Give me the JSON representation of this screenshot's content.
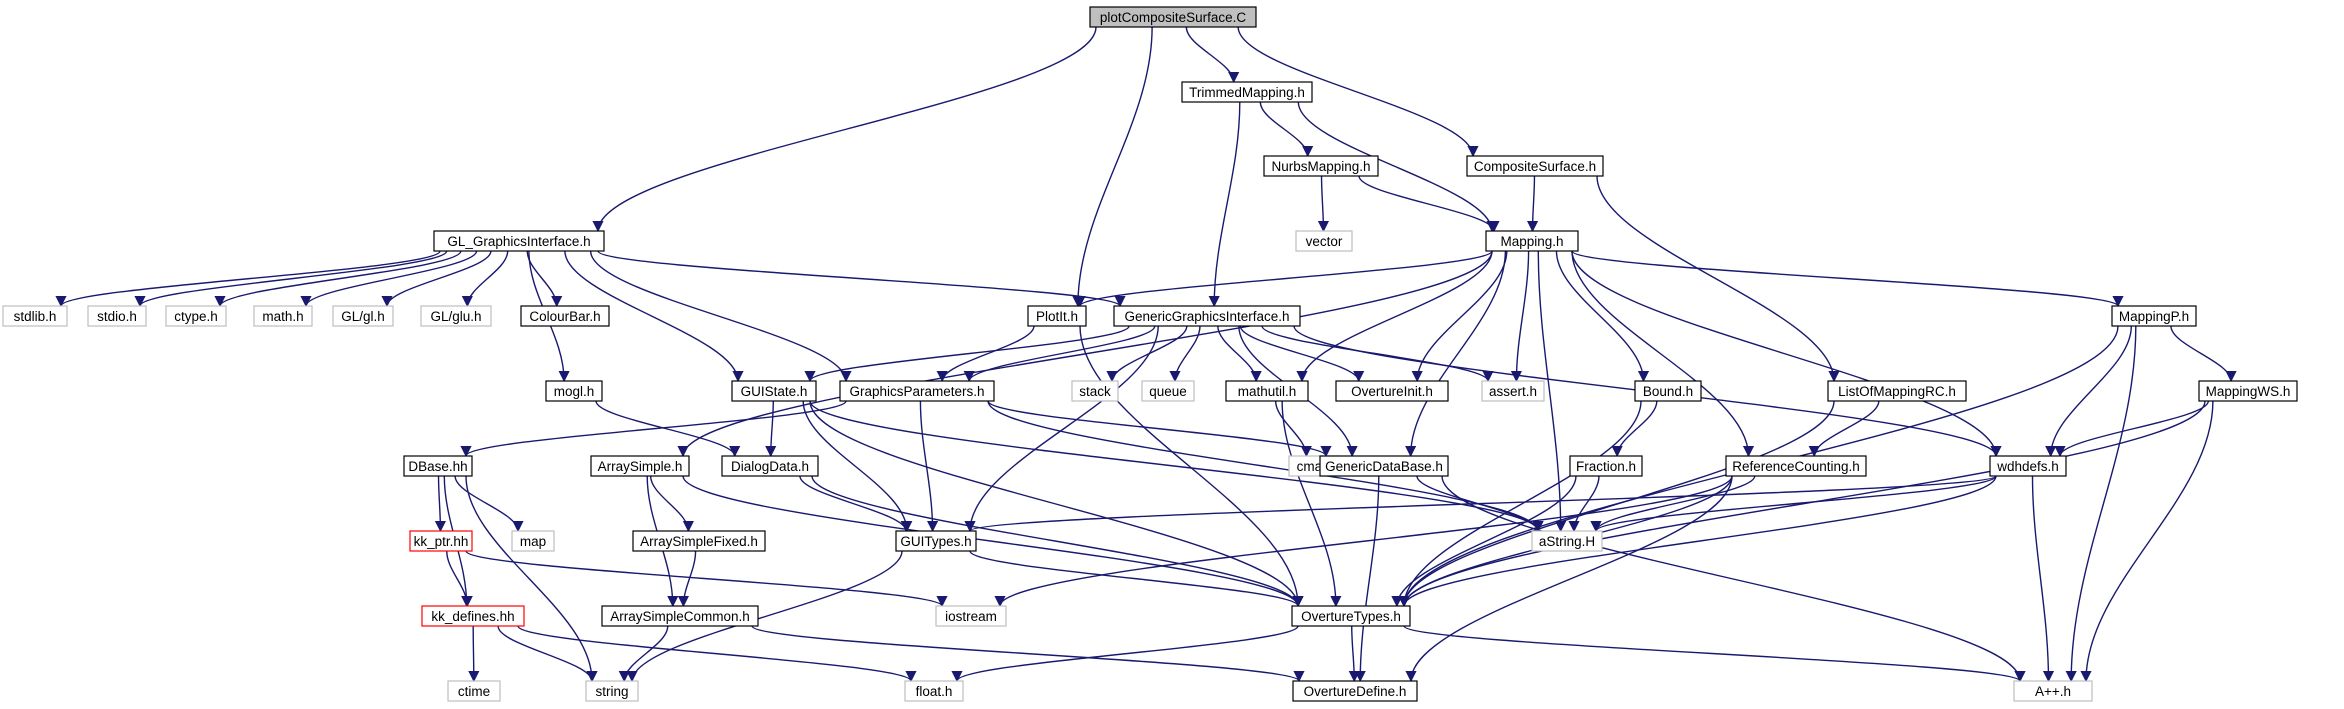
{
  "colors": {
    "edge": "#191970",
    "root_fill": "#bfbfbf",
    "normal_border": "#000000",
    "external_border": "#bfbfbf",
    "red_border": "#ff0000"
  },
  "nodes": {
    "plotCompositeSurface_C": {
      "label": "plotCompositeSurface.C",
      "kind": "root"
    },
    "TrimmedMapping_h": {
      "label": "TrimmedMapping.h",
      "kind": "normal"
    },
    "NurbsMapping_h": {
      "label": "NurbsMapping.h",
      "kind": "normal"
    },
    "CompositeSurface_h": {
      "label": "CompositeSurface.h",
      "kind": "normal"
    },
    "vector": {
      "label": "vector",
      "kind": "external"
    },
    "GL_GraphicsInterface_h": {
      "label": "GL_GraphicsInterface.h",
      "kind": "normal"
    },
    "Mapping_h": {
      "label": "Mapping.h",
      "kind": "normal"
    },
    "stdlib_h": {
      "label": "stdlib.h",
      "kind": "external"
    },
    "stdio_h": {
      "label": "stdio.h",
      "kind": "external"
    },
    "ctype_h": {
      "label": "ctype.h",
      "kind": "external"
    },
    "math_h": {
      "label": "math.h",
      "kind": "external"
    },
    "GL_gl_h": {
      "label": "GL/gl.h",
      "kind": "external"
    },
    "GL_glu_h": {
      "label": "GL/glu.h",
      "kind": "external"
    },
    "ColourBar_h": {
      "label": "ColourBar.h",
      "kind": "normal"
    },
    "PlotIt_h": {
      "label": "PlotIt.h",
      "kind": "normal"
    },
    "GenericGraphicsInterface_h": {
      "label": "GenericGraphicsInterface.h",
      "kind": "normal"
    },
    "MappingP_h": {
      "label": "MappingP.h",
      "kind": "normal"
    },
    "mogl_h": {
      "label": "mogl.h",
      "kind": "normal"
    },
    "GUIState_h": {
      "label": "GUIState.h",
      "kind": "normal"
    },
    "GraphicsParameters_h": {
      "label": "GraphicsParameters.h",
      "kind": "normal"
    },
    "stack": {
      "label": "stack",
      "kind": "external"
    },
    "queue": {
      "label": "queue",
      "kind": "external"
    },
    "mathutil_h": {
      "label": "mathutil.h",
      "kind": "normal"
    },
    "OvertureInit_h": {
      "label": "OvertureInit.h",
      "kind": "normal"
    },
    "assert_h": {
      "label": "assert.h",
      "kind": "external"
    },
    "Bound_h": {
      "label": "Bound.h",
      "kind": "normal"
    },
    "ListOfMappingRC_h": {
      "label": "ListOfMappingRC.h",
      "kind": "normal"
    },
    "MappingWS_h": {
      "label": "MappingWS.h",
      "kind": "normal"
    },
    "DBase_hh": {
      "label": "DBase.hh",
      "kind": "normal"
    },
    "ArraySimple_h": {
      "label": "ArraySimple.h",
      "kind": "normal"
    },
    "DialogData_h": {
      "label": "DialogData.h",
      "kind": "normal"
    },
    "cmath": {
      "label": "cmath",
      "kind": "external"
    },
    "GenericDataBase_h": {
      "label": "GenericDataBase.h",
      "kind": "normal"
    },
    "Fraction_h": {
      "label": "Fraction.h",
      "kind": "normal"
    },
    "ReferenceCounting_h": {
      "label": "ReferenceCounting.h",
      "kind": "normal"
    },
    "wdhdefs_h": {
      "label": "wdhdefs.h",
      "kind": "normal"
    },
    "kk_ptr_hh": {
      "label": "kk_ptr.hh",
      "kind": "red"
    },
    "map": {
      "label": "map",
      "kind": "external"
    },
    "ArraySimpleFixed_h": {
      "label": "ArraySimpleFixed.h",
      "kind": "normal"
    },
    "GUITypes_h": {
      "label": "GUITypes.h",
      "kind": "normal"
    },
    "aString_H": {
      "label": "aString.H",
      "kind": "external"
    },
    "kk_defines_hh": {
      "label": "kk_defines.hh",
      "kind": "red"
    },
    "ArraySimpleCommon_h": {
      "label": "ArraySimpleCommon.h",
      "kind": "normal"
    },
    "iostream": {
      "label": "iostream",
      "kind": "external"
    },
    "OvertureTypes_h": {
      "label": "OvertureTypes.h",
      "kind": "normal"
    },
    "ctime": {
      "label": "ctime",
      "kind": "external"
    },
    "string": {
      "label": "string",
      "kind": "external"
    },
    "float_h": {
      "label": "float.h",
      "kind": "external"
    },
    "OvertureDefine_h": {
      "label": "OvertureDefine.h",
      "kind": "normal"
    },
    "App_h": {
      "label": "A++.h",
      "kind": "external"
    }
  },
  "edges": [
    [
      "plotCompositeSurface_C",
      "GL_GraphicsInterface_h"
    ],
    [
      "plotCompositeSurface_C",
      "TrimmedMapping_h"
    ],
    [
      "plotCompositeSurface_C",
      "CompositeSurface_h"
    ],
    [
      "plotCompositeSurface_C",
      "PlotIt_h"
    ],
    [
      "TrimmedMapping_h",
      "NurbsMapping_h"
    ],
    [
      "TrimmedMapping_h",
      "Mapping_h"
    ],
    [
      "TrimmedMapping_h",
      "GenericGraphicsInterface_h"
    ],
    [
      "NurbsMapping_h",
      "vector"
    ],
    [
      "NurbsMapping_h",
      "Mapping_h"
    ],
    [
      "CompositeSurface_h",
      "Mapping_h"
    ],
    [
      "CompositeSurface_h",
      "ListOfMappingRC_h"
    ],
    [
      "GL_GraphicsInterface_h",
      "stdlib_h"
    ],
    [
      "GL_GraphicsInterface_h",
      "stdio_h"
    ],
    [
      "GL_GraphicsInterface_h",
      "ctype_h"
    ],
    [
      "GL_GraphicsInterface_h",
      "math_h"
    ],
    [
      "GL_GraphicsInterface_h",
      "GL_gl_h"
    ],
    [
      "GL_GraphicsInterface_h",
      "GL_glu_h"
    ],
    [
      "GL_GraphicsInterface_h",
      "ColourBar_h"
    ],
    [
      "GL_GraphicsInterface_h",
      "mogl_h"
    ],
    [
      "GL_GraphicsInterface_h",
      "GUIState_h"
    ],
    [
      "GL_GraphicsInterface_h",
      "GraphicsParameters_h"
    ],
    [
      "GL_GraphicsInterface_h",
      "GenericGraphicsInterface_h"
    ],
    [
      "Mapping_h",
      "PlotIt_h"
    ],
    [
      "Mapping_h",
      "MappingP_h"
    ],
    [
      "Mapping_h",
      "ArraySimple_h"
    ],
    [
      "Mapping_h",
      "mathutil_h"
    ],
    [
      "Mapping_h",
      "OvertureInit_h"
    ],
    [
      "Mapping_h",
      "assert_h"
    ],
    [
      "Mapping_h",
      "Bound_h"
    ],
    [
      "Mapping_h",
      "GenericDataBase_h"
    ],
    [
      "Mapping_h",
      "ReferenceCounting_h"
    ],
    [
      "Mapping_h",
      "wdhdefs_h"
    ],
    [
      "Mapping_h",
      "aString_H"
    ],
    [
      "PlotIt_h",
      "GraphicsParameters_h"
    ],
    [
      "PlotIt_h",
      "OvertureTypes_h"
    ],
    [
      "GenericGraphicsInterface_h",
      "GUIState_h"
    ],
    [
      "GenericGraphicsInterface_h",
      "GraphicsParameters_h"
    ],
    [
      "GenericGraphicsInterface_h",
      "GUITypes_h"
    ],
    [
      "GenericGraphicsInterface_h",
      "stack"
    ],
    [
      "GenericGraphicsInterface_h",
      "queue"
    ],
    [
      "GenericGraphicsInterface_h",
      "mathutil_h"
    ],
    [
      "GenericGraphicsInterface_h",
      "OvertureInit_h"
    ],
    [
      "GenericGraphicsInterface_h",
      "assert_h"
    ],
    [
      "GenericGraphicsInterface_h",
      "GenericDataBase_h"
    ],
    [
      "GenericGraphicsInterface_h",
      "wdhdefs_h"
    ],
    [
      "MappingP_h",
      "MappingWS_h"
    ],
    [
      "MappingP_h",
      "wdhdefs_h"
    ],
    [
      "MappingP_h",
      "OvertureTypes_h"
    ],
    [
      "MappingP_h",
      "App_h"
    ],
    [
      "mogl_h",
      "DialogData_h"
    ],
    [
      "GUIState_h",
      "DialogData_h"
    ],
    [
      "GUIState_h",
      "GUITypes_h"
    ],
    [
      "GUIState_h",
      "aString_H"
    ],
    [
      "GUIState_h",
      "OvertureTypes_h"
    ],
    [
      "GraphicsParameters_h",
      "DBase_hh"
    ],
    [
      "GraphicsParameters_h",
      "GUITypes_h"
    ],
    [
      "GraphicsParameters_h",
      "GenericDataBase_h"
    ],
    [
      "GraphicsParameters_h",
      "aString_H"
    ],
    [
      "mathutil_h",
      "cmath"
    ],
    [
      "mathutil_h",
      "OvertureTypes_h"
    ],
    [
      "Bound_h",
      "Fraction_h"
    ],
    [
      "Bound_h",
      "OvertureTypes_h"
    ],
    [
      "ListOfMappingRC_h",
      "ReferenceCounting_h"
    ],
    [
      "ListOfMappingRC_h",
      "OvertureTypes_h"
    ],
    [
      "MappingWS_h",
      "wdhdefs_h"
    ],
    [
      "MappingWS_h",
      "OvertureTypes_h"
    ],
    [
      "MappingWS_h",
      "App_h"
    ],
    [
      "DBase_hh",
      "kk_ptr_hh"
    ],
    [
      "DBase_hh",
      "map"
    ],
    [
      "DBase_hh",
      "kk_defines_hh"
    ],
    [
      "DBase_hh",
      "string"
    ],
    [
      "ArraySimple_h",
      "ArraySimpleFixed_h"
    ],
    [
      "ArraySimple_h",
      "ArraySimpleCommon_h"
    ],
    [
      "ArraySimple_h",
      "OvertureTypes_h"
    ],
    [
      "DialogData_h",
      "GUITypes_h"
    ],
    [
      "DialogData_h",
      "OvertureTypes_h"
    ],
    [
      "GenericDataBase_h",
      "aString_H"
    ],
    [
      "GenericDataBase_h",
      "OvertureDefine_h"
    ],
    [
      "GenericDataBase_h",
      "App_h"
    ],
    [
      "Fraction_h",
      "aString_H"
    ],
    [
      "Fraction_h",
      "OvertureTypes_h"
    ],
    [
      "ReferenceCounting_h",
      "aString_H"
    ],
    [
      "ReferenceCounting_h",
      "iostream"
    ],
    [
      "ReferenceCounting_h",
      "OvertureTypes_h"
    ],
    [
      "ReferenceCounting_h",
      "OvertureDefine_h"
    ],
    [
      "wdhdefs_h",
      "GUITypes_h"
    ],
    [
      "wdhdefs_h",
      "aString_H"
    ],
    [
      "wdhdefs_h",
      "OvertureTypes_h"
    ],
    [
      "wdhdefs_h",
      "App_h"
    ],
    [
      "kk_ptr_hh",
      "kk_defines_hh"
    ],
    [
      "kk_ptr_hh",
      "iostream"
    ],
    [
      "ArraySimpleFixed_h",
      "ArraySimpleCommon_h"
    ],
    [
      "GUITypes_h",
      "OvertureTypes_h"
    ],
    [
      "GUITypes_h",
      "string"
    ],
    [
      "kk_defines_hh",
      "ctime"
    ],
    [
      "kk_defines_hh",
      "string"
    ],
    [
      "kk_defines_hh",
      "float_h"
    ],
    [
      "ArraySimpleCommon_h",
      "string"
    ],
    [
      "ArraySimpleCommon_h",
      "OvertureDefine_h"
    ],
    [
      "OvertureTypes_h",
      "float_h"
    ],
    [
      "OvertureTypes_h",
      "OvertureDefine_h"
    ],
    [
      "OvertureTypes_h",
      "App_h"
    ]
  ]
}
